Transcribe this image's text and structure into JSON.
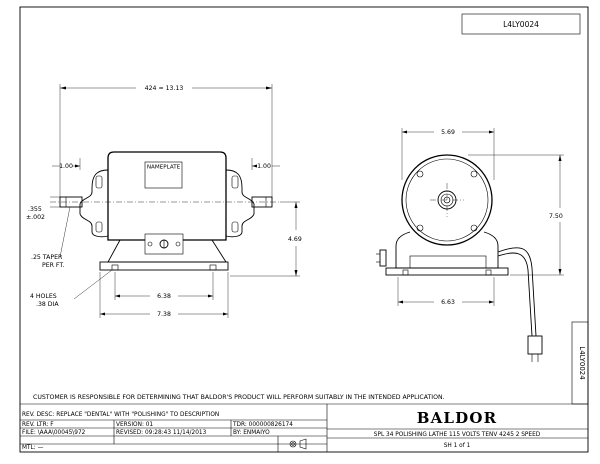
{
  "drawing": {
    "number_top": "L4LY0024",
    "number_side": "L4LY0024"
  },
  "front_view": {
    "overall_width": "424 = 13.13",
    "left_offset": "1.00",
    "right_offset": "1.00",
    "nameplate": "NAMEPLATE",
    "shaft_dia_line1": ".355",
    "shaft_dia_line2": "±.002",
    "taper_line1": ".25 TAPER",
    "taper_line2": "PER FT.",
    "shaft_height": "4.69",
    "holes_line1": "4 HOLES",
    "holes_line2": ".38 DIA",
    "base_inner": "6.38",
    "base_outer": "7.38"
  },
  "side_view": {
    "width": "5.69",
    "height": "7.50",
    "base_width": "6.63"
  },
  "notes": {
    "disclaimer": "CUSTOMER IS RESPONSIBLE FOR DETERMINING THAT BALDOR'S PRODUCT WILL PERFORM SUITABLY IN THE INTENDED APPLICATION."
  },
  "title_block": {
    "rev_desc": "REV. DESC: REPLACE \"DENTAL\" WITH \"POLISHING\" TO DESCRIPTION",
    "rev_ltr": "REV. LTR: F",
    "version": "VERSION: 01",
    "tdr": "TDR: 000000826174",
    "file": "FILE: \\AAA\\00045\\972",
    "revised": "REVISED: 09:28:43 11/14/2013",
    "by": "BY: ENMAIYO",
    "mtl": "MTL: —",
    "brand": "BALDOR",
    "description": "SPL 34 POLISHING LATHE 115 VOLTS TENV 4245 2 SPEED",
    "sheet": "SH 1 of 1"
  }
}
